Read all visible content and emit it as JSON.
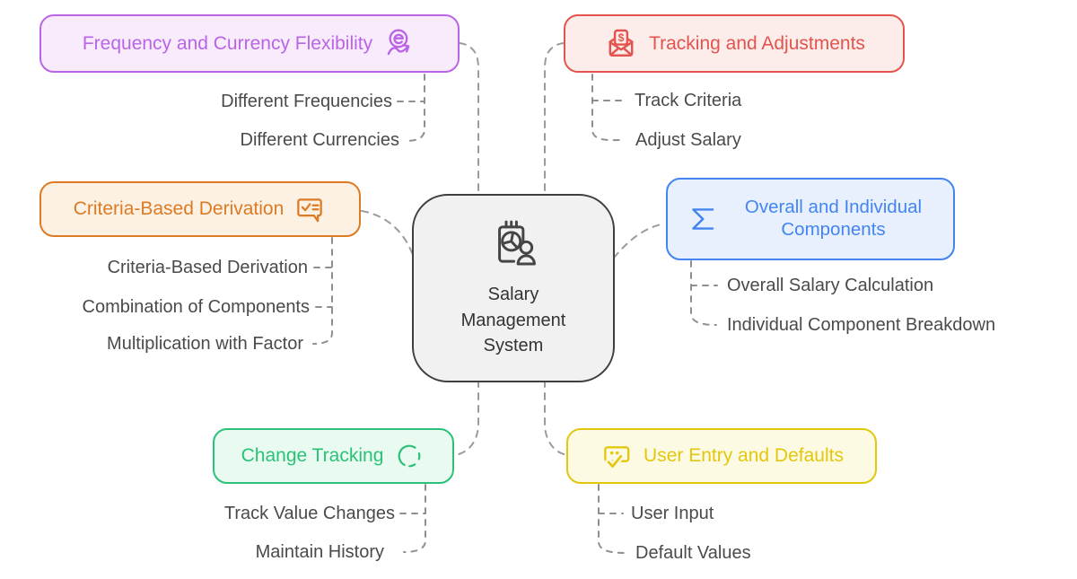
{
  "diagram_title": "Salary Management System",
  "center": {
    "label_lines": [
      "Salary",
      "Management",
      "System"
    ],
    "icon": "report-person-icon",
    "bg": "#f1f1f1",
    "border": "#3f3f3f",
    "text_color": "#333333"
  },
  "connector_color": "#9b9b9b",
  "child_text_color": "#4a4a4a",
  "branches": [
    {
      "id": "frequency-currency-flexibility",
      "label": "Frequency and Currency Flexibility",
      "icon": "currency-trend-icon",
      "color": "#ba64e6",
      "bg": "#f7ebfc",
      "side": "left-top",
      "children": [
        "Different Frequencies",
        "Different Currencies"
      ]
    },
    {
      "id": "tracking-and-adjustments",
      "label": "Tracking and Adjustments",
      "icon": "mail-dollar-icon",
      "color": "#e4544e",
      "bg": "#fcecea",
      "side": "right-top",
      "children": [
        "Track Criteria",
        "Adjust Salary"
      ]
    },
    {
      "id": "criteria-based-derivation",
      "label": "Criteria-Based Derivation",
      "icon": "comment-check-icon",
      "color": "#dd7b24",
      "bg": "#fcf1e3",
      "side": "left-middle",
      "children": [
        "Criteria-Based Derivation",
        "Combination of Components",
        "Multiplication with Factor"
      ]
    },
    {
      "id": "overall-and-individual-components",
      "label": "Overall and Individual Components",
      "icon": "sigma-icon",
      "color": "#4484f0",
      "bg": "#e8f0fd",
      "side": "right-middle",
      "children": [
        "Overall Salary Calculation",
        "Individual Component Breakdown"
      ]
    },
    {
      "id": "change-tracking",
      "label": "Change Tracking",
      "icon": "dashed-circle-icon",
      "color": "#2ac276",
      "bg": "#e9faf1",
      "side": "left-bottom",
      "children": [
        "Track Value Changes",
        "Maintain History"
      ]
    },
    {
      "id": "user-entry-and-defaults",
      "label": "User Entry and Defaults",
      "icon": "input-check-icon",
      "color": "#e3c70e",
      "bg": "#fdfae3",
      "side": "right-bottom",
      "children": [
        "User Input",
        "Default Values"
      ]
    }
  ]
}
